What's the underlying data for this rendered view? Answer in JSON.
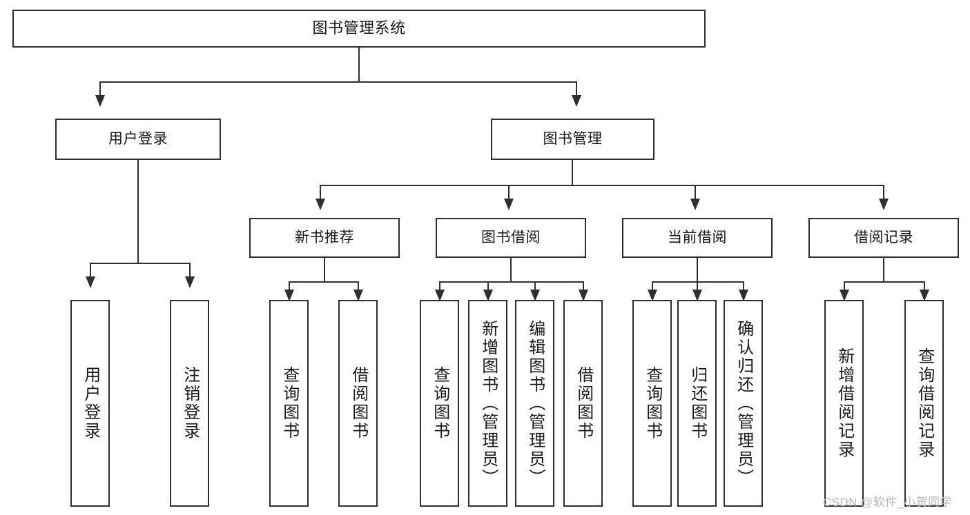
{
  "diagram": {
    "title": "图书管理系统",
    "type": "功能结构图",
    "root": {
      "id": "root",
      "label": "图书管理系统"
    },
    "level2": [
      {
        "id": "user-login",
        "label": "用户登录"
      },
      {
        "id": "book-management",
        "label": "图书管理"
      }
    ],
    "level3": [
      {
        "id": "new-book-recommend",
        "label": "新书推荐",
        "parent": "book-management"
      },
      {
        "id": "book-borrow",
        "label": "图书借阅",
        "parent": "book-management"
      },
      {
        "id": "current-borrow",
        "label": "当前借阅",
        "parent": "book-management"
      },
      {
        "id": "borrow-record",
        "label": "借阅记录",
        "parent": "book-management"
      }
    ],
    "leaves": {
      "user_login": [
        {
          "id": "leaf-user-login",
          "label": "用户登录"
        },
        {
          "id": "leaf-logout-login",
          "label": "注销登录"
        }
      ],
      "new_book_recommend": [
        {
          "id": "leaf-query-book-1",
          "label": "查询图书"
        },
        {
          "id": "leaf-borrow-book-1",
          "label": "借阅图书"
        }
      ],
      "book_borrow": [
        {
          "id": "leaf-query-book-2",
          "label": "查询图书"
        },
        {
          "id": "leaf-add-book",
          "label": "新增图书（管理员）"
        },
        {
          "id": "leaf-edit-book",
          "label": "编辑图书（管理员）"
        },
        {
          "id": "leaf-borrow-book-2",
          "label": "借阅图书"
        }
      ],
      "current_borrow": [
        {
          "id": "leaf-query-book-3",
          "label": "查询图书"
        },
        {
          "id": "leaf-return-book",
          "label": "归还图书"
        },
        {
          "id": "leaf-confirm-return",
          "label": "确认归还（管理员）"
        }
      ],
      "borrow_record": [
        {
          "id": "leaf-add-record",
          "label": "新增借阅记录"
        },
        {
          "id": "leaf-query-record",
          "label": "查询借阅记录"
        }
      ]
    }
  },
  "watermark": {
    "text": "CSDN @软件_小贺同学"
  },
  "colors": {
    "stroke": "#2f2f2f",
    "background": "#ffffff",
    "text": "#1a1a1a",
    "watermark": "#b9b9b9"
  }
}
